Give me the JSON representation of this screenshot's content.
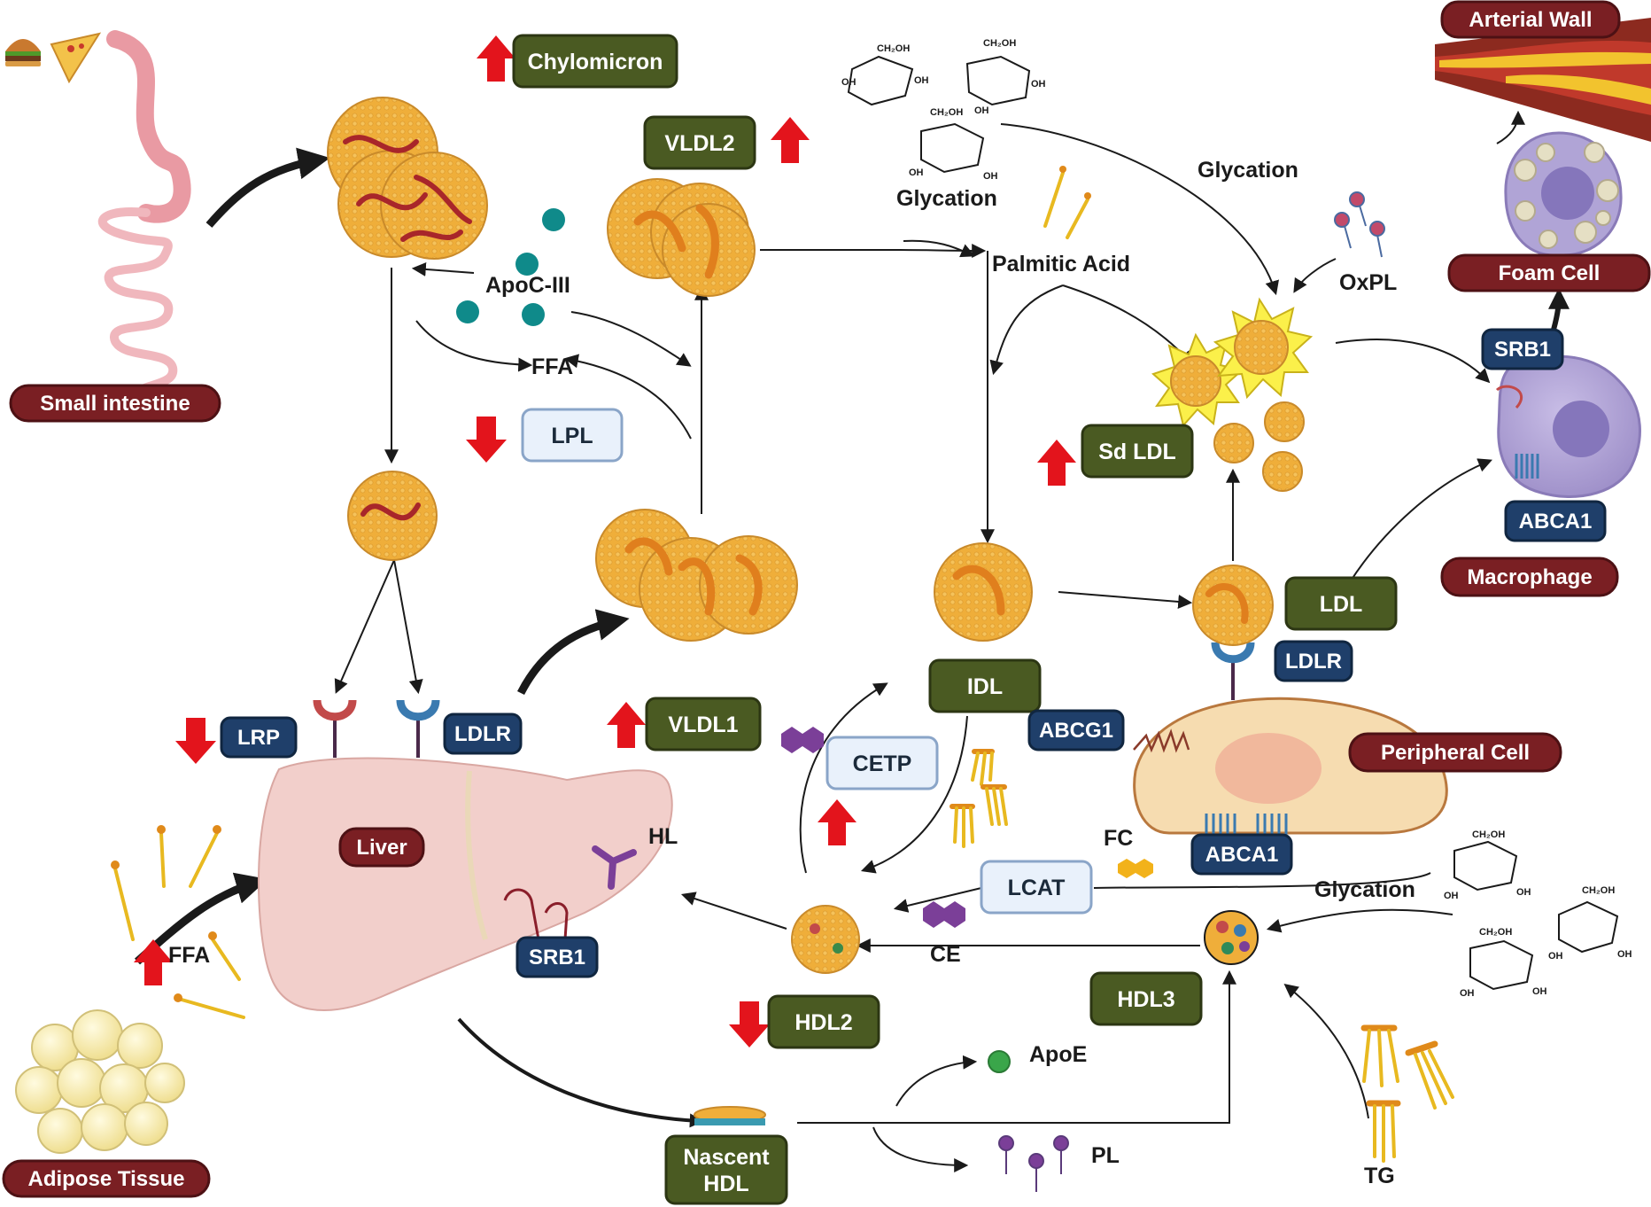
{
  "colors": {
    "red_label": "#7a1f23",
    "green_label": "#4a5a22",
    "blue_label": "#1f3f6a",
    "light_label": "#e9f1fb",
    "particle_fill": "#efae3a",
    "particle_band": "#e07f1d",
    "up_down_arrow": "#e3141c",
    "liver": "#f2cfcb",
    "apoc3": "#0f8a8a"
  },
  "labels": {
    "small_intestine": "Small intestine",
    "adipose_tissue": "Adipose Tissue",
    "liver": "Liver",
    "arterial_wall": "Arterial Wall",
    "foam_cell": "Foam Cell",
    "macrophage": "Macrophage",
    "peripheral_cell": "Peripheral Cell",
    "chylomicron": "Chylomicron",
    "vldl2": "VLDL2",
    "vldl1": "VLDL1",
    "sd_ldl": "Sd LDL",
    "idl": "IDL",
    "ldl": "LDL",
    "hdl2": "HDL2",
    "hdl3": "HDL3",
    "nascent_hdl_line1": "Nascent",
    "nascent_hdl_line2": "HDL",
    "lpl": "LPL",
    "cetp": "CETP",
    "lcat": "LCAT",
    "lrp": "LRP",
    "ldlr_liver": "LDLR",
    "ldlr_peripheral": "LDLR",
    "srb1_liver": "SRB1",
    "srb1_macrophage": "SRB1",
    "abca1_peripheral": "ABCA1",
    "abca1_macrophage": "ABCA1",
    "abcg1": "ABCG1",
    "apoc3": "ApoC-III",
    "ffa_top": "FFA",
    "ffa_adipose": "FFA",
    "glycation_top_left": "Glycation",
    "glycation_top_right": "Glycation",
    "glycation_bottom": "Glycation",
    "palmitic_acid": "Palmitic Acid",
    "oxpl": "OxPL",
    "hl": "HL",
    "fc": "FC",
    "ce": "CE",
    "apoe": "ApoE",
    "pl": "PL",
    "tg": "TG",
    "ch2oh": "CH₂OH",
    "oh": "OH"
  },
  "icons": {
    "food": "burger-pizza-icon",
    "intestine": "intestine-icon",
    "adipose": "adipose-cells-icon",
    "liver": "liver-icon",
    "artery": "artery-plaque-icon",
    "foam_cell": "foam-cell-icon",
    "macrophage": "macrophage-icon",
    "peripheral_cell": "peripheral-cell-icon",
    "glucose": "glucose-ring-icon",
    "receptor": "receptor-y-icon",
    "fatty_acid": "fatty-acid-icon",
    "phospholipid": "phospholipid-icon",
    "cholesterol": "cholesterol-ester-icon",
    "triglyceride": "triglyceride-icon",
    "lipoprotein": "lipoprotein-particle-icon",
    "arrow_up": "increase-arrow-icon",
    "arrow_down": "decrease-arrow-icon"
  }
}
